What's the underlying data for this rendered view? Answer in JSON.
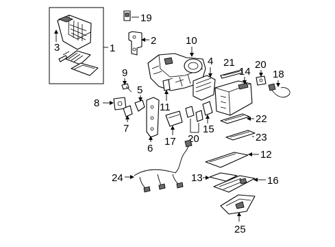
{
  "callouts": {
    "c1": "1",
    "c2": "2",
    "c3": "3",
    "c4": "4",
    "c5": "5",
    "c6": "6",
    "c7": "7",
    "c8": "8",
    "c9": "9",
    "c10": "10",
    "c11": "11",
    "c12": "12",
    "c13": "13",
    "c14": "14",
    "c15": "15",
    "c16": "16",
    "c17": "17",
    "c18": "18",
    "c19": "19",
    "c20a": "20",
    "c20b": "20",
    "c21": "21",
    "c22": "22",
    "c23": "23",
    "c24": "24",
    "c25": "25"
  }
}
